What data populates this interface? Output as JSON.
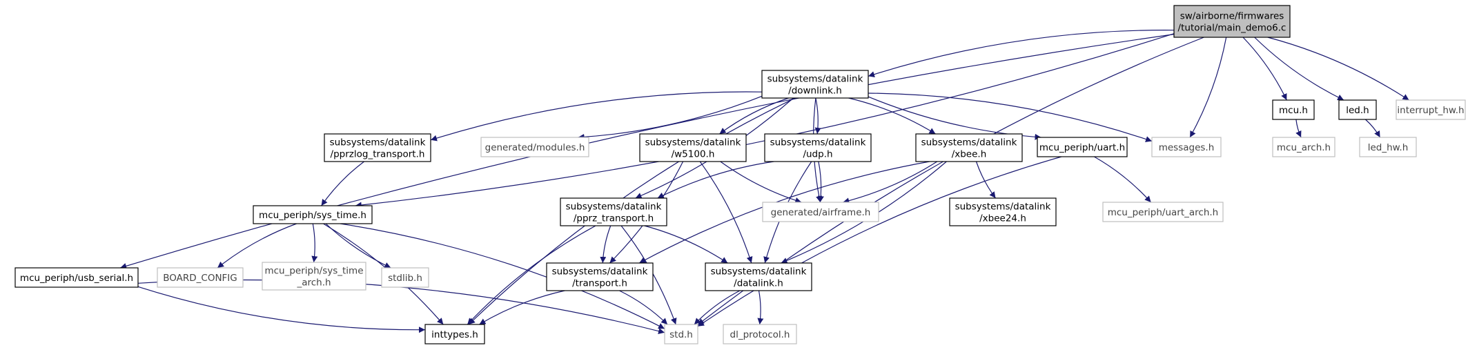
{
  "colors": {
    "edge": "#191970",
    "root_fill": "#bfbfbf",
    "node_border": "#000000",
    "external_border": "#bfbfbf",
    "background": "#ffffff"
  },
  "nodes": [
    {
      "id": "main_demo6",
      "lines": [
        "sw/airborne/firmwares",
        "/tutorial/main_demo6.c"
      ],
      "style": "root"
    },
    {
      "id": "downlink_h",
      "lines": [
        "subsystems/datalink",
        "/downlink.h"
      ],
      "style": "normal"
    },
    {
      "id": "mcu_h",
      "lines": [
        "mcu.h"
      ],
      "style": "normal"
    },
    {
      "id": "led_h",
      "lines": [
        "led.h"
      ],
      "style": "normal"
    },
    {
      "id": "interrupt_hw_h",
      "lines": [
        "interrupt_hw.h"
      ],
      "style": "external"
    },
    {
      "id": "pprzlog_transport_h",
      "lines": [
        "subsystems/datalink",
        "/pprzlog_transport.h"
      ],
      "style": "normal"
    },
    {
      "id": "generated_modules_h",
      "lines": [
        "generated/modules.h"
      ],
      "style": "external"
    },
    {
      "id": "w5100_h",
      "lines": [
        "subsystems/datalink",
        "/w5100.h"
      ],
      "style": "normal"
    },
    {
      "id": "udp_h",
      "lines": [
        "subsystems/datalink",
        "/udp.h"
      ],
      "style": "normal"
    },
    {
      "id": "xbee_h",
      "lines": [
        "subsystems/datalink",
        "/xbee.h"
      ],
      "style": "normal"
    },
    {
      "id": "uart_h",
      "lines": [
        "mcu_periph/uart.h"
      ],
      "style": "normal"
    },
    {
      "id": "messages_h",
      "lines": [
        "messages.h"
      ],
      "style": "external"
    },
    {
      "id": "mcu_arch_h",
      "lines": [
        "mcu_arch.h"
      ],
      "style": "external"
    },
    {
      "id": "led_hw_h",
      "lines": [
        "led_hw.h"
      ],
      "style": "external"
    },
    {
      "id": "sys_time_h",
      "lines": [
        "mcu_periph/sys_time.h"
      ],
      "style": "normal"
    },
    {
      "id": "pprz_transport_h",
      "lines": [
        "subsystems/datalink",
        "/pprz_transport.h"
      ],
      "style": "normal"
    },
    {
      "id": "generated_airframe_h",
      "lines": [
        "generated/airframe.h"
      ],
      "style": "external"
    },
    {
      "id": "xbee24_h",
      "lines": [
        "subsystems/datalink",
        "/xbee24.h"
      ],
      "style": "normal"
    },
    {
      "id": "uart_arch_h",
      "lines": [
        "mcu_periph/uart_arch.h"
      ],
      "style": "external"
    },
    {
      "id": "usb_serial_h",
      "lines": [
        "mcu_periph/usb_serial.h"
      ],
      "style": "normal"
    },
    {
      "id": "board_config",
      "lines": [
        "BOARD_CONFIG"
      ],
      "style": "external"
    },
    {
      "id": "sys_time_arch_h",
      "lines": [
        "mcu_periph/sys_time",
        "_arch.h"
      ],
      "style": "external"
    },
    {
      "id": "stdlib_h",
      "lines": [
        "stdlib.h"
      ],
      "style": "external"
    },
    {
      "id": "transport_h",
      "lines": [
        "subsystems/datalink",
        "/transport.h"
      ],
      "style": "normal"
    },
    {
      "id": "datalink_h",
      "lines": [
        "subsystems/datalink",
        "/datalink.h"
      ],
      "style": "normal"
    },
    {
      "id": "inttypes_h",
      "lines": [
        "inttypes.h"
      ],
      "style": "normal"
    },
    {
      "id": "std_h",
      "lines": [
        "std.h"
      ],
      "style": "external"
    },
    {
      "id": "dl_protocol_h",
      "lines": [
        "dl_protocol.h"
      ],
      "style": "external"
    }
  ],
  "edges": [
    [
      "main_demo6",
      "downlink_h"
    ],
    [
      "main_demo6",
      "sys_time_h"
    ],
    [
      "main_demo6",
      "usb_serial_h"
    ],
    [
      "main_demo6",
      "messages_h"
    ],
    [
      "main_demo6",
      "std_h"
    ],
    [
      "main_demo6",
      "mcu_h"
    ],
    [
      "main_demo6",
      "led_h"
    ],
    [
      "main_demo6",
      "interrupt_hw_h"
    ],
    [
      "downlink_h",
      "pprzlog_transport_h"
    ],
    [
      "downlink_h",
      "generated_modules_h"
    ],
    [
      "downlink_h",
      "inttypes_h"
    ],
    [
      "downlink_h",
      "pprz_transport_h"
    ],
    [
      "downlink_h",
      "w5100_h"
    ],
    [
      "downlink_h",
      "udp_h"
    ],
    [
      "downlink_h",
      "generated_airframe_h"
    ],
    [
      "downlink_h",
      "xbee_h"
    ],
    [
      "downlink_h",
      "uart_h"
    ],
    [
      "downlink_h",
      "messages_h"
    ],
    [
      "mcu_h",
      "mcu_arch_h"
    ],
    [
      "led_h",
      "led_hw_h"
    ],
    [
      "pprzlog_transport_h",
      "sys_time_h"
    ],
    [
      "w5100_h",
      "transport_h"
    ],
    [
      "w5100_h",
      "generated_airframe_h"
    ],
    [
      "w5100_h",
      "datalink_h"
    ],
    [
      "udp_h",
      "pprz_transport_h"
    ],
    [
      "udp_h",
      "generated_airframe_h"
    ],
    [
      "udp_h",
      "datalink_h"
    ],
    [
      "xbee_h",
      "generated_airframe_h"
    ],
    [
      "xbee_h",
      "transport_h"
    ],
    [
      "xbee_h",
      "datalink_h"
    ],
    [
      "xbee_h",
      "xbee24_h"
    ],
    [
      "uart_h",
      "uart_arch_h"
    ],
    [
      "uart_h",
      "std_h"
    ],
    [
      "sys_time_h",
      "inttypes_h"
    ],
    [
      "sys_time_h",
      "board_config"
    ],
    [
      "sys_time_h",
      "sys_time_arch_h"
    ],
    [
      "sys_time_h",
      "stdlib_h"
    ],
    [
      "sys_time_h",
      "std_h"
    ],
    [
      "usb_serial_h",
      "inttypes_h"
    ],
    [
      "usb_serial_h",
      "std_h"
    ],
    [
      "pprz_transport_h",
      "transport_h"
    ],
    [
      "pprz_transport_h",
      "datalink_h"
    ],
    [
      "pprz_transport_h",
      "inttypes_h"
    ],
    [
      "pprz_transport_h",
      "std_h"
    ],
    [
      "transport_h",
      "inttypes_h"
    ],
    [
      "transport_h",
      "std_h"
    ],
    [
      "datalink_h",
      "std_h"
    ],
    [
      "datalink_h",
      "dl_protocol_h"
    ]
  ]
}
